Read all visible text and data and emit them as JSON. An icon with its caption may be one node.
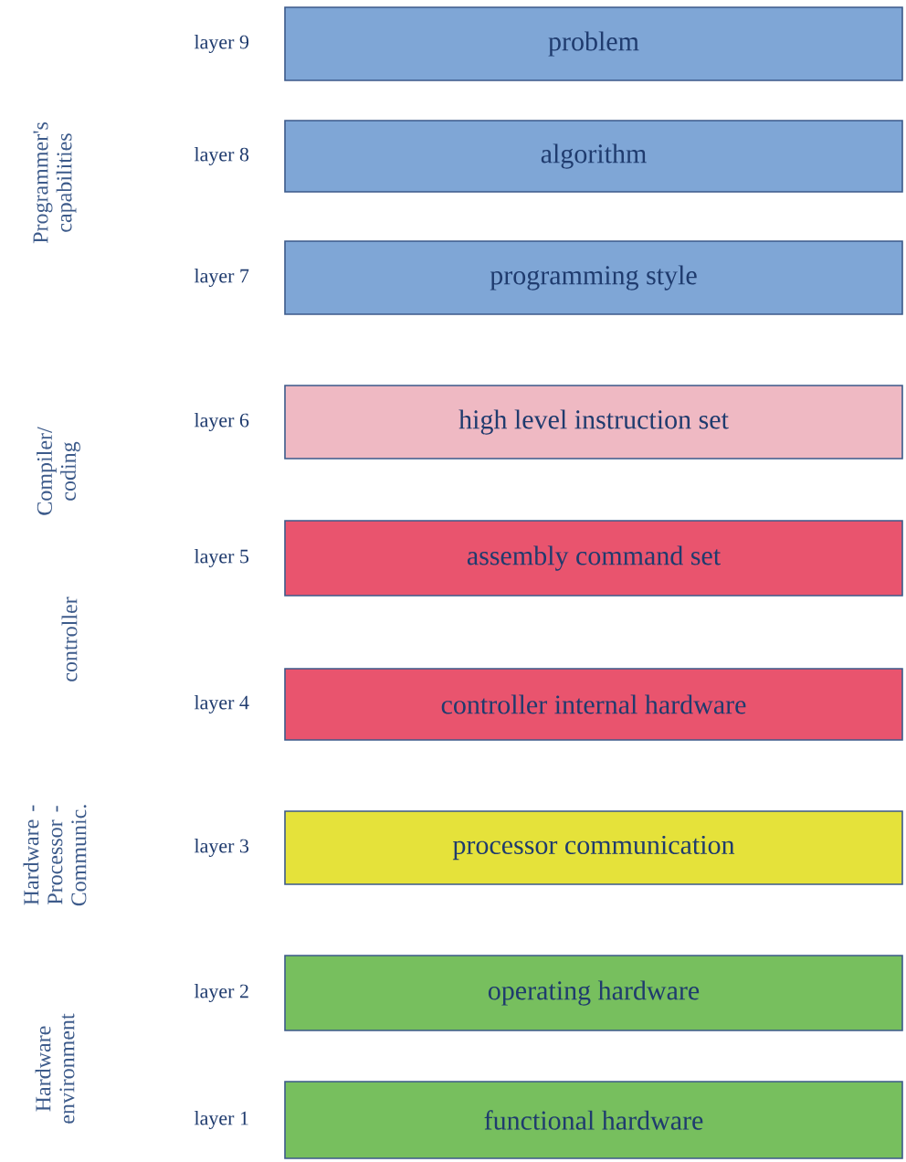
{
  "diagram": {
    "nodes": [
      {
        "text": [
          "problem"
        ],
        "beside": [
          "layer 9"
        ]
      },
      {
        "text": [
          "algorithm"
        ],
        "beside": [
          "layer 8"
        ]
      },
      {
        "text": [
          "programming style"
        ],
        "beside": [
          "layer 7"
        ]
      },
      {
        "text": [
          "high level instruction set"
        ],
        "beside": [
          "layer 6"
        ]
      },
      {
        "text": [
          "assembly command set"
        ],
        "beside": [
          "layer 5"
        ]
      },
      {
        "text": [
          "controller internal hardware"
        ],
        "beside": [
          "layer 4"
        ]
      },
      {
        "text": [
          "processor communication"
        ],
        "beside": [
          "layer 3"
        ]
      },
      {
        "text": [
          "operating hardware"
        ],
        "beside": [
          "layer 2"
        ]
      },
      {
        "text": [
          "functional hardware"
        ],
        "beside": [
          "layer 1"
        ]
      }
    ],
    "labels": [
      "Programmer's capabilities",
      "Compiler/ coding",
      "controller",
      "Hardware - Processor - Communic.",
      "Hardware environment"
    ]
  }
}
